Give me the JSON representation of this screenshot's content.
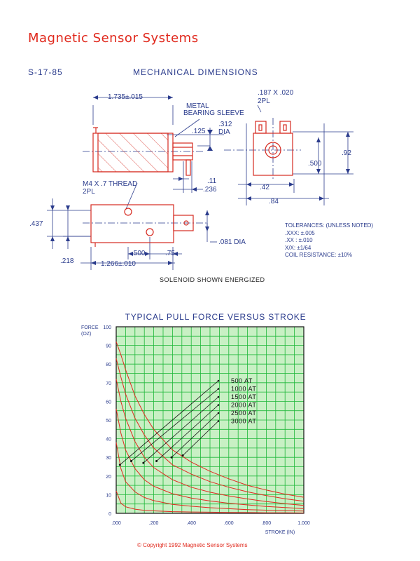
{
  "header": {
    "company": "Magnetic Sensor Systems",
    "part_number": "S-17-85",
    "section_title": "MECHANICAL DIMENSIONS"
  },
  "drawing": {
    "dim_length": "1.735±.015",
    "metal_sleeve_line1": "METAL",
    "metal_sleeve_line2": "BEARING SLEEVE",
    "terminal_line1": ".187 X .020",
    "terminal_line2": "2PL",
    "dia_312_line1": ".312",
    "dia_312_line2": "DIA",
    "dim_125": ".125",
    "dim_92": ".92",
    "dim_500_end": ".500",
    "thread_line1": "M4 X .7 THREAD",
    "thread_line2": "2PL",
    "dim_11": ".11",
    "dim_236": ".236",
    "dim_42": ".42",
    "dim_84": ".84",
    "dim_437": ".437",
    "dim_081": ".081 DIA",
    "dim_218": ".218",
    "dim_500_bottom": ".500",
    "dim_75": ".75",
    "dim_1266": "1.266±.010"
  },
  "tolerances": {
    "title": "TOLERANCES: (UNLESS NOTED)",
    "xxx": ".XXX: ±.005",
    "xx": ".XX : ±.010",
    "frac": "X/X: ±1/64",
    "coil": "COIL RESISTANCE: ±10%"
  },
  "caption": "SOLENOID SHOWN ENERGIZED",
  "chart_data": {
    "type": "line",
    "title": "TYPICAL PULL FORCE VERSUS STROKE",
    "ylabel_line1": "FORCE",
    "ylabel_line2": "(OZ)",
    "xlabel": "STROKE (IN)",
    "xlim": [
      0,
      1.0
    ],
    "ylim": [
      0,
      100
    ],
    "x_ticks": [
      ".000",
      ".200",
      ".400",
      ".600",
      ".800",
      "1.000"
    ],
    "y_ticks": [
      "0",
      "10",
      "20",
      "30",
      "40",
      "50",
      "60",
      "70",
      "80",
      "90",
      "100"
    ],
    "grid": true,
    "x": [
      0.0,
      0.025,
      0.05,
      0.1,
      0.15,
      0.2,
      0.3,
      0.4,
      0.5,
      0.6,
      0.7,
      0.8,
      0.9,
      1.0
    ],
    "series": [
      {
        "name": "500 AT",
        "values": [
          12,
          5.5,
          3.5,
          2.2,
          1.6,
          1.3,
          0.9,
          0.7,
          0.6,
          0.5,
          0.4,
          0.3,
          0.3,
          0.2
        ],
        "pointer_x": 0.02,
        "pointer_y": 26
      },
      {
        "name": "1000 AT",
        "values": [
          38,
          24,
          17,
          11.5,
          8.5,
          6.8,
          4.8,
          3.8,
          3.0,
          2.5,
          2.0,
          1.7,
          1.4,
          1.2
        ],
        "pointer_x": 0.08,
        "pointer_y": 28
      },
      {
        "name": "1500 AT",
        "values": [
          56,
          43,
          34,
          24,
          18,
          14.5,
          10.5,
          8.2,
          6.6,
          5.4,
          4.5,
          3.7,
          3.1,
          2.5
        ],
        "pointer_x": 0.145,
        "pointer_y": 27
      },
      {
        "name": "2000 AT",
        "values": [
          72,
          60,
          51,
          38.5,
          30,
          24.5,
          18,
          14,
          11.3,
          9.3,
          7.7,
          6.3,
          5.2,
          4.2
        ],
        "pointer_x": 0.215,
        "pointer_y": 28
      },
      {
        "name": "2500 AT",
        "values": [
          83,
          73,
          64,
          51,
          42,
          35,
          26,
          21,
          17,
          14,
          11.5,
          9.5,
          7.8,
          6.5
        ],
        "pointer_x": 0.295,
        "pointer_y": 30
      },
      {
        "name": "3000 AT",
        "values": [
          92,
          85,
          77,
          63,
          53,
          45,
          34,
          27.5,
          22.5,
          18.5,
          15,
          12.5,
          10.3,
          8.6
        ],
        "pointer_x": 0.355,
        "pointer_y": 31
      }
    ]
  },
  "footer": {
    "copyright": "©  Copyright 1992 Magnetic Sensor Systems"
  },
  "colors": {
    "brand_red": "#e0281c",
    "dim_blue": "#2a3b8c",
    "drawing_red": "#d62a20",
    "grid_green": "#1fb83a",
    "chart_bg": "#c8f0c4",
    "curve_red": "#e02a20"
  }
}
